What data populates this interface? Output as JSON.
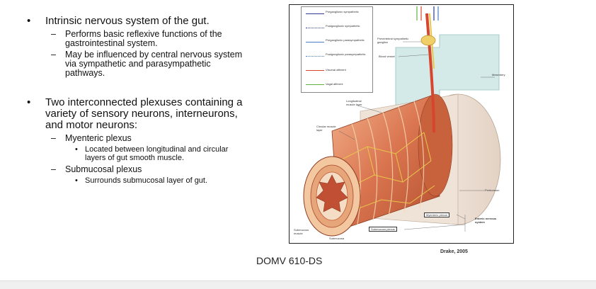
{
  "bullets": {
    "b1": {
      "marker": "•",
      "text": "Intrinsic nervous system of the gut.",
      "subs": [
        {
          "marker": "–",
          "text": "Performs basic reflexive functions of the gastrointestinal system."
        },
        {
          "marker": "–",
          "text": "May be influenced by central nervous system via sympathetic and parasympathetic pathways."
        }
      ]
    },
    "b2": {
      "marker": "•",
      "text": "Two interconnected plexuses containing a variety of sensory neurons, interneurons, and motor neurons:",
      "subs": [
        {
          "marker": "–",
          "text": "Myenteric plexus",
          "subsubs": [
            {
              "marker": "•",
              "text": "Located between longitudinal and circular layers of gut smooth muscle."
            }
          ]
        },
        {
          "marker": "–",
          "text": "Submucosal plexus",
          "subsubs": [
            {
              "marker": "•",
              "text": "Surrounds submucosal layer of gut."
            }
          ]
        }
      ]
    }
  },
  "figure": {
    "legend": [
      {
        "label": "Preganglionic sympathetic",
        "color": "#2b3a8f",
        "style": "solid"
      },
      {
        "label": "Postganglionic sympathetic",
        "color": "#2b3a8f",
        "style": "dotted"
      },
      {
        "label": "Preganglionic parasympathetic",
        "color": "#4a7ec4",
        "style": "solid"
      },
      {
        "label": "Postganglionic parasympathetic",
        "color": "#4a7ec4",
        "style": "dotted"
      },
      {
        "label": "Visceral afferent",
        "color": "#d8452e",
        "style": "solid"
      },
      {
        "label": "Vagal afferent",
        "color": "#5fb33d",
        "style": "solid"
      }
    ],
    "labels": {
      "prevertebral": "Prevertebral sympathetic ganglion",
      "blood_vessel": "Blood vessel",
      "mesentery": "Mesentery",
      "longitudinal": "Longitudinal muscle layer",
      "circular": "Circular muscle layer",
      "peritoneum": "Peritoneum",
      "myenteric": "Myenteric plexus",
      "submucous_plexus": "Submucous plexus",
      "enteric": "Enteric nervous system",
      "submucous_muscle": "Submucous muscle",
      "submucosa": "Submucosa"
    }
  },
  "credit": "Drake, 2005",
  "footer": "DOMV 610-DS"
}
